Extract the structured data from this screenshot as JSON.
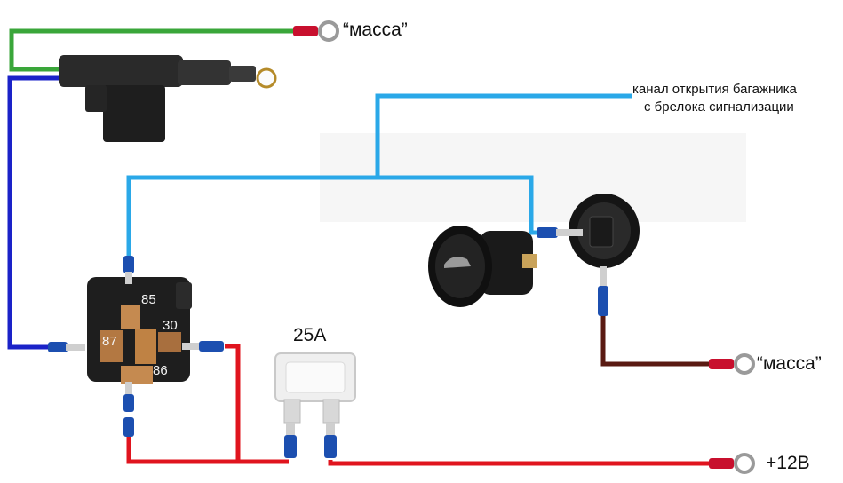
{
  "labels": {
    "ground_top": "“масса”",
    "trunk_channel_line1": "канал открытия багажника",
    "trunk_channel_line2": "с брелока сигнализации",
    "ground_right": "“масса”",
    "plus12": "+12В",
    "fuse": "25А"
  },
  "relay_pins": {
    "p85": "85",
    "p30": "30",
    "p87": "87",
    "p86": "86"
  },
  "colors": {
    "green_wire": "#3aa63a",
    "dark_blue_wire": "#1a22c8",
    "light_blue_wire": "#2aa8e8",
    "red_wire": "#e0141e",
    "brown_wire": "#5a1a12",
    "terminal_blue": "#1c4fb0",
    "terminal_red": "#c8102e"
  },
  "icons": {
    "actuator": "door-lock-actuator-icon",
    "relay": "relay-icon",
    "fuse": "blade-fuse-icon",
    "button_front": "trunk-button-icon",
    "button_back": "trunk-button-rear-icon"
  }
}
